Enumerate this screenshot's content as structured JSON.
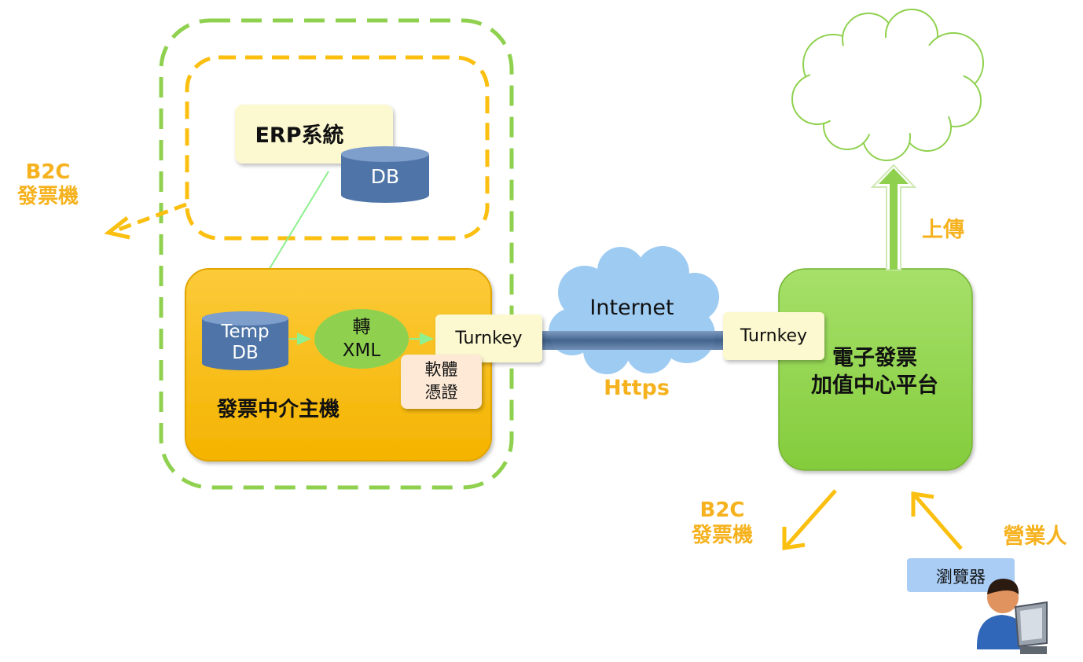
{
  "erp": {
    "title": "ERP系統",
    "db": "DB"
  },
  "middle_host": {
    "temp_db": "Temp\nDB",
    "convert": "轉\nXML",
    "turnkey": "Turnkey",
    "cert": "軟體\n憑證",
    "label": "發票中介主機"
  },
  "network": {
    "internet": "Internet",
    "https": "Https"
  },
  "platform": {
    "turnkey": "Turnkey",
    "label": "電子發票\n加值中心平台"
  },
  "upload": "上傳",
  "b2c_left": "B2C\n發票機",
  "b2c_right": "B2C\n發票機",
  "business": "營業人",
  "browser": "瀏覽器",
  "colors": {
    "green": "#8fd14f",
    "orange": "#fbbf10",
    "label_orange": "#f6b21e",
    "blue": "#5b7fb0",
    "cloud": "#9ecbf2"
  }
}
